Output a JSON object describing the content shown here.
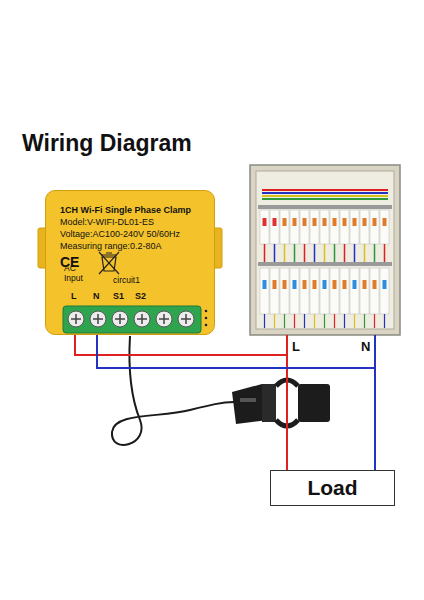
{
  "diagram": {
    "title": "Wiring Diagram",
    "nodes": [
      {
        "text": [
          "1CH Wi-Fi Single Phase Clamp",
          "Model:V-WIFI-DL01-ES",
          "Voltage:AC100-240V 50/60Hz",
          "Measuring range:0.2-80A"
        ]
      },
      {
        "text": [
          "Load"
        ]
      }
    ],
    "edges": [
      {
        "from": 0,
        "to": 1,
        "arrow": "none"
      },
      {
        "from": 0,
        "to": 1,
        "arrow": "none"
      }
    ],
    "labels": [
      "CE",
      "AC Input",
      "L",
      "N",
      "circuit1",
      "S1",
      "S2",
      "L",
      "N"
    ]
  }
}
